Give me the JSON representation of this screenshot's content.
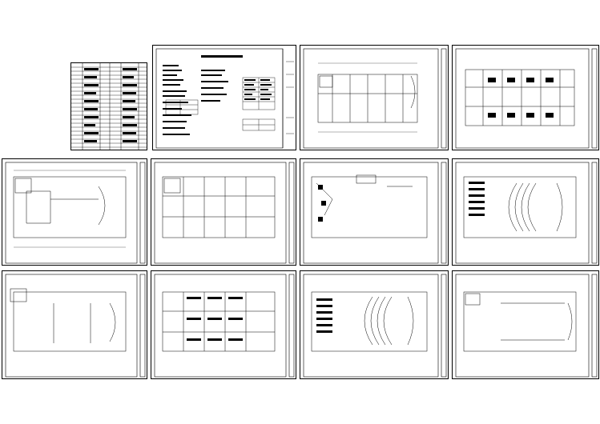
{
  "page": {
    "background": "#ffffff",
    "line_color": "#000000"
  },
  "sheets": [
    {
      "kind": "table-index"
    },
    {
      "kind": "design-notes"
    },
    {
      "kind": "plan"
    },
    {
      "kind": "plan"
    },
    {
      "kind": "plan"
    },
    {
      "kind": "plan"
    },
    {
      "kind": "plan"
    },
    {
      "kind": "plan"
    },
    {
      "kind": "plan"
    },
    {
      "kind": "plan"
    },
    {
      "kind": "plan"
    },
    {
      "kind": "plan"
    }
  ]
}
